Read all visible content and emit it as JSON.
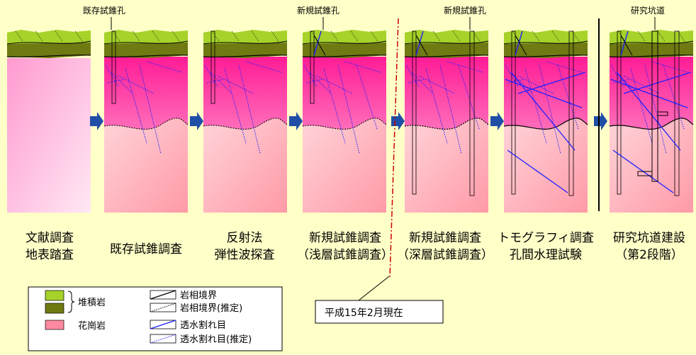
{
  "top_labels": {
    "existing_hole": "既存試錐孔",
    "new_hole_1": "新規試錐孔",
    "new_hole_2": "新規試錐孔",
    "research_shaft": "研究坑道"
  },
  "captions": [
    {
      "line1": "文献調査",
      "line2": "地表踏査"
    },
    {
      "line1": "既存試錐調査",
      "line2": ""
    },
    {
      "line1": "反射法",
      "line2": "弾性波探査"
    },
    {
      "line1": "新規試錐調査",
      "line2": "（浅層試錐調査）"
    },
    {
      "line1": "新規試錐調査",
      "line2": "（深層試錐調査）"
    },
    {
      "line1": "トモグラフィ調査",
      "line2": "孔間水理試験"
    },
    {
      "line1": "研究坑道建設",
      "line2": "（第2段階）"
    }
  ],
  "legend": {
    "sedimentary": "堆積岩",
    "granite": "花崗岩",
    "boundary": "岩相境界",
    "boundary_est": "岩相境界(推定)",
    "fracture": "透水割れ目",
    "fracture_est": "透水割れ目(推定)"
  },
  "note": "平成15年2月現在",
  "colors": {
    "background": "#ffffc8",
    "sediment_light": "#a6d22a",
    "sediment_dark": "#6f7a12",
    "granite_top": "#ff1c96",
    "granite_bottom": "#ffc4b4",
    "fracture": "#1f1fff",
    "arrow": "#1f4ea6",
    "divider_red": "#d00000"
  }
}
